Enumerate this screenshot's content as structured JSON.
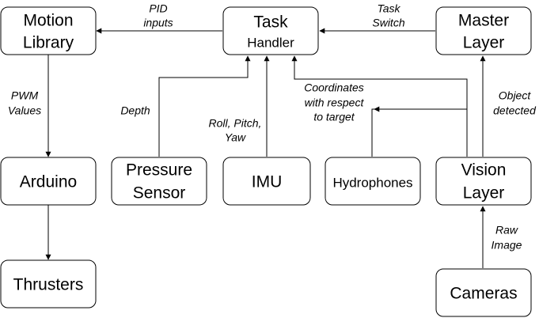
{
  "nodes": {
    "motion_library": {
      "line1": "Motion",
      "line2": "Library"
    },
    "task_handler": {
      "line1": "Task",
      "line2": "Handler"
    },
    "master_layer": {
      "line1": "Master",
      "line2": "Layer"
    },
    "arduino": {
      "label": "Arduino"
    },
    "pressure_sensor": {
      "line1": "Pressure",
      "line2": "Sensor"
    },
    "imu": {
      "label": "IMU"
    },
    "hydrophones": {
      "label": "Hydrophones"
    },
    "vision_layer": {
      "line1": "Vision",
      "line2": "Layer"
    },
    "thrusters": {
      "label": "Thrusters"
    },
    "cameras": {
      "label": "Cameras"
    }
  },
  "edges": {
    "pid_inputs": {
      "line1": "PID",
      "line2": "inputs"
    },
    "task_switch": {
      "line1": "Task",
      "line2": "Switch"
    },
    "pwm_values": {
      "line1": "PWM",
      "line2": "Values"
    },
    "depth": {
      "label": "Depth"
    },
    "roll_pitch_yaw": {
      "line1": "Roll, Pitch,",
      "line2": "Yaw"
    },
    "coordinates": {
      "line1": "Coordinates",
      "line2": "with respect",
      "line3": "to target"
    },
    "object_detected": {
      "line1": "Object",
      "line2": "detected"
    },
    "raw_image": {
      "line1": "Raw",
      "line2": "Image"
    }
  }
}
